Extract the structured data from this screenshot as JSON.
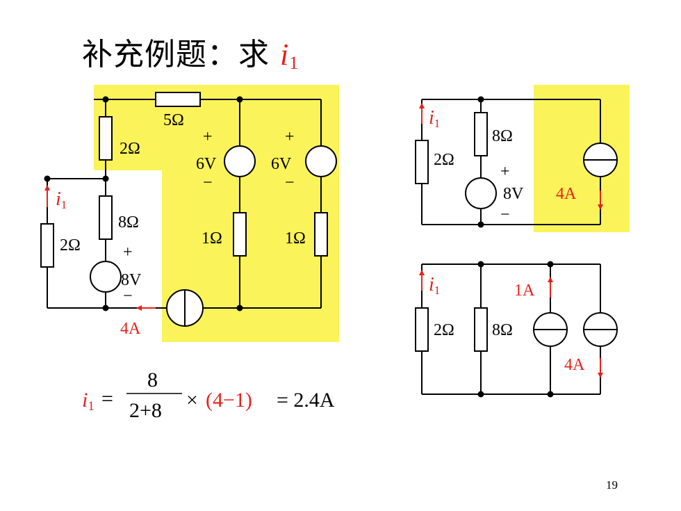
{
  "title": {
    "text": "补充例题：求 ",
    "variable": "i",
    "subscript": "1"
  },
  "page_number": "19",
  "colors": {
    "highlight": "#fbf35a",
    "accent": "#e8201a",
    "wire": "#000000"
  },
  "main_circuit": {
    "labels": {
      "r_top": "5Ω",
      "r_upper_left": "2Ω",
      "r_mid": "8Ω",
      "r_left": "2Ω",
      "r_center": "1Ω",
      "r_right": "1Ω",
      "v_center": "6V",
      "v_right": "6V",
      "v_bottom": "8V",
      "current_label": "i",
      "current_sub": "1",
      "source_current": "4A",
      "plus": "+",
      "minus": "−"
    }
  },
  "equation": {
    "lhs_var": "i",
    "lhs_sub": "1",
    "equals": "=",
    "numerator": "8",
    "denominator": "2+8",
    "times": "×",
    "paren": "(4−1)",
    "result": "= 2.4A"
  },
  "circuit_b": {
    "labels": {
      "current_label": "i",
      "current_sub": "1",
      "r_left": "2Ω",
      "r_mid": "8Ω",
      "v_source": "8V",
      "source_current": "4A",
      "plus": "+",
      "minus": "−"
    }
  },
  "circuit_c": {
    "labels": {
      "current_label": "i",
      "current_sub": "1",
      "r_left": "2Ω",
      "r_mid": "8Ω",
      "source_a": "1A",
      "source_b": "4A"
    }
  }
}
